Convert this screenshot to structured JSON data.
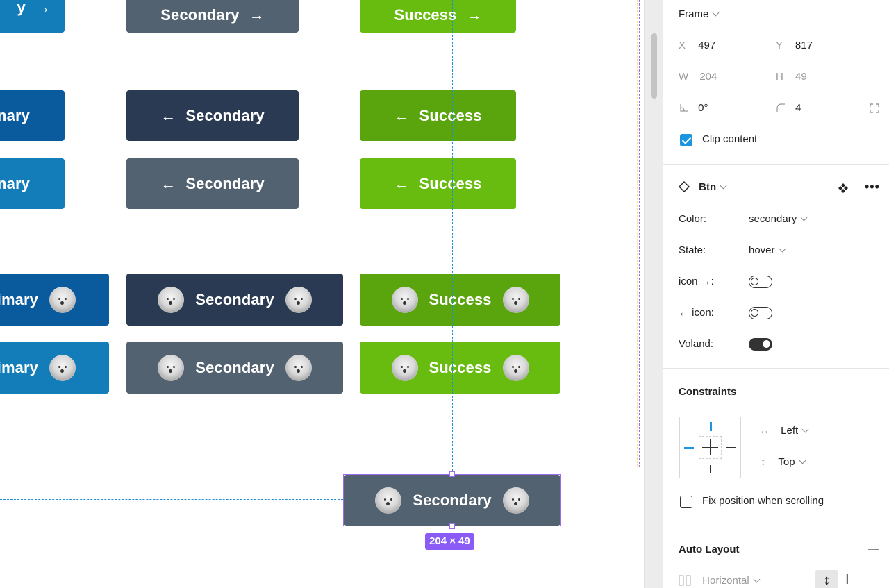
{
  "canvas": {
    "rows": [
      {
        "primary": "",
        "secondary": "Secondary",
        "success": "Success"
      },
      {
        "primary": "nary",
        "secondary": "Secondary",
        "success": "Success"
      },
      {
        "primary": "nary",
        "secondary": "Secondary",
        "success": "Success"
      },
      {
        "primary": "imary",
        "secondary": "Secondary",
        "success": "Success"
      },
      {
        "primary": "imary",
        "secondary": "Secondary",
        "success": "Success"
      }
    ],
    "selected_label": "Secondary",
    "size_badge": "204 × 49",
    "arrow_right": "→",
    "arrow_left": "←",
    "first_row_primary_tail": "y"
  },
  "panel": {
    "frame": {
      "title": "Frame",
      "x_label": "X",
      "x_value": "497",
      "y_label": "Y",
      "y_value": "817",
      "w_label": "W",
      "w_value": "204",
      "h_label": "H",
      "h_value": "49",
      "rotation_value": "0°",
      "radius_value": "4",
      "clip_label": "Clip content"
    },
    "component": {
      "name": "Btn",
      "props": [
        {
          "label": "Color:",
          "value": "secondary"
        },
        {
          "label": "State:",
          "value": "hover"
        }
      ],
      "toggles": [
        {
          "label": "icon →:",
          "on": false
        },
        {
          "label": "← icon:",
          "on": false
        },
        {
          "label": "Voland:",
          "on": true
        }
      ]
    },
    "constraints": {
      "title": "Constraints",
      "horizontal": "Left",
      "vertical": "Top",
      "fix_label": "Fix position when scrolling"
    },
    "auto_layout": {
      "title": "Auto Layout",
      "direction": "Horizontal"
    }
  },
  "colors": {
    "primary_dark": "#0a5a9e",
    "primary": "#137dba",
    "secondary_dark": "#2a3a52",
    "secondary": "#536270",
    "success_dark": "#5aa40d",
    "success": "#68bb0f",
    "selection": "#9b6cf0",
    "guide": "#1a8fd1",
    "check": "#1b95e0"
  }
}
